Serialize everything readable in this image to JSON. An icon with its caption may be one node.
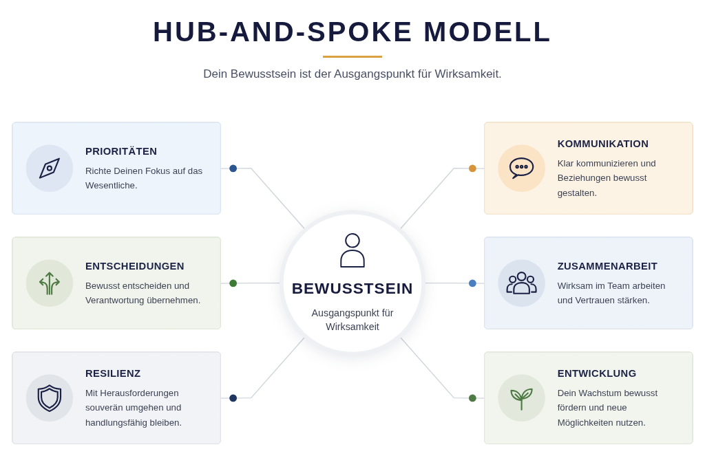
{
  "diagram": {
    "title": "HUB-AND-SPOKE MODELL",
    "nodes": [
      {
        "text": [
          "PRIORITÄTEN",
          "Richte Deinen Fokus auf das Wesentliche."
        ]
      },
      {
        "text": [
          "KOMMUNIKATION",
          "Klar kommunizieren und Beziehungen bewusst gestalten."
        ]
      },
      {
        "text": [
          "ENTSCHEIDUNGEN",
          "Bewusst entscheiden und Verantwortung übernehmen."
        ]
      },
      {
        "text": [
          "BEWUSSTSEIN",
          "Ausgangspunkt für Wirksamkeit"
        ]
      },
      {
        "text": [
          "ZUSAMMENARBEIT",
          "Wirksam im Team arbeiten und Vertrauen stärken."
        ]
      },
      {
        "text": [
          "RESILIENZ",
          "Mit Herausforderungen souverän umgehen und handlungsfähig bleiben."
        ]
      },
      {
        "text": [
          "ENTWICKLUNG",
          "Dein Wachstum bewusst fördern und neue Möglichkeiten nutzen."
        ]
      }
    ],
    "edges": [
      {
        "from": 3,
        "to": 0,
        "arrow": "other"
      },
      {
        "from": 3,
        "to": 1,
        "arrow": "other"
      },
      {
        "from": 3,
        "to": 2,
        "arrow": "other"
      },
      {
        "from": 3,
        "to": 4,
        "arrow": "other"
      },
      {
        "from": 3,
        "to": 5,
        "arrow": "other"
      },
      {
        "from": 3,
        "to": 6,
        "arrow": "other"
      }
    ],
    "labels": [
      "Dein Bewusstsein ist der Ausgangspunkt für Wirksamkeit."
    ]
  }
}
